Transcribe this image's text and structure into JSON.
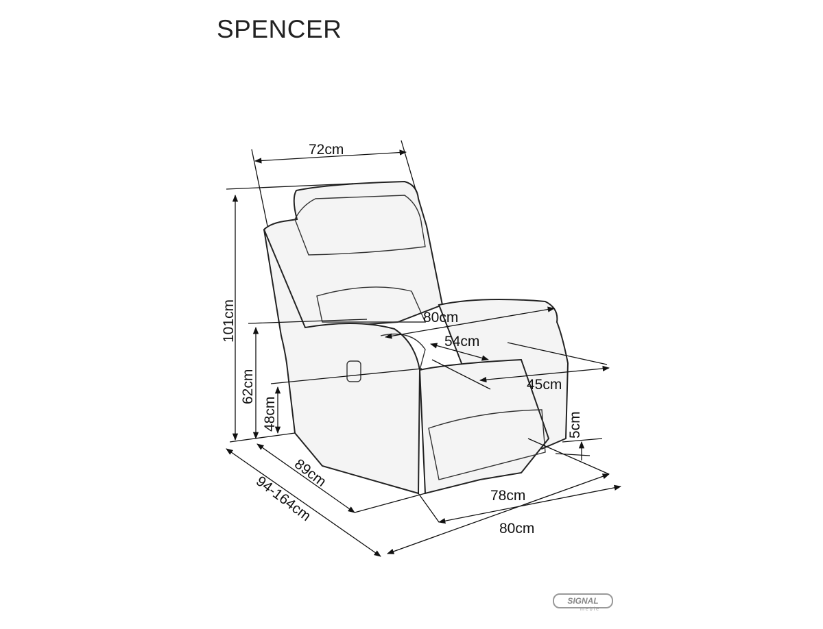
{
  "title": "SPENCER",
  "dimensions": {
    "top_width": "72cm",
    "total_height": "101cm",
    "armrest_height": "62cm",
    "seat_height": "48cm",
    "arm_width": "80cm",
    "seat_depth": "54cm",
    "seat_width": "45cm",
    "ground_clearance": "5cm",
    "depth": "89cm",
    "reclined_depth": "94-164cm",
    "base_width": "78cm",
    "total_width": "80cm"
  },
  "logo": {
    "name": "SIGNAL",
    "sub": "meble"
  }
}
